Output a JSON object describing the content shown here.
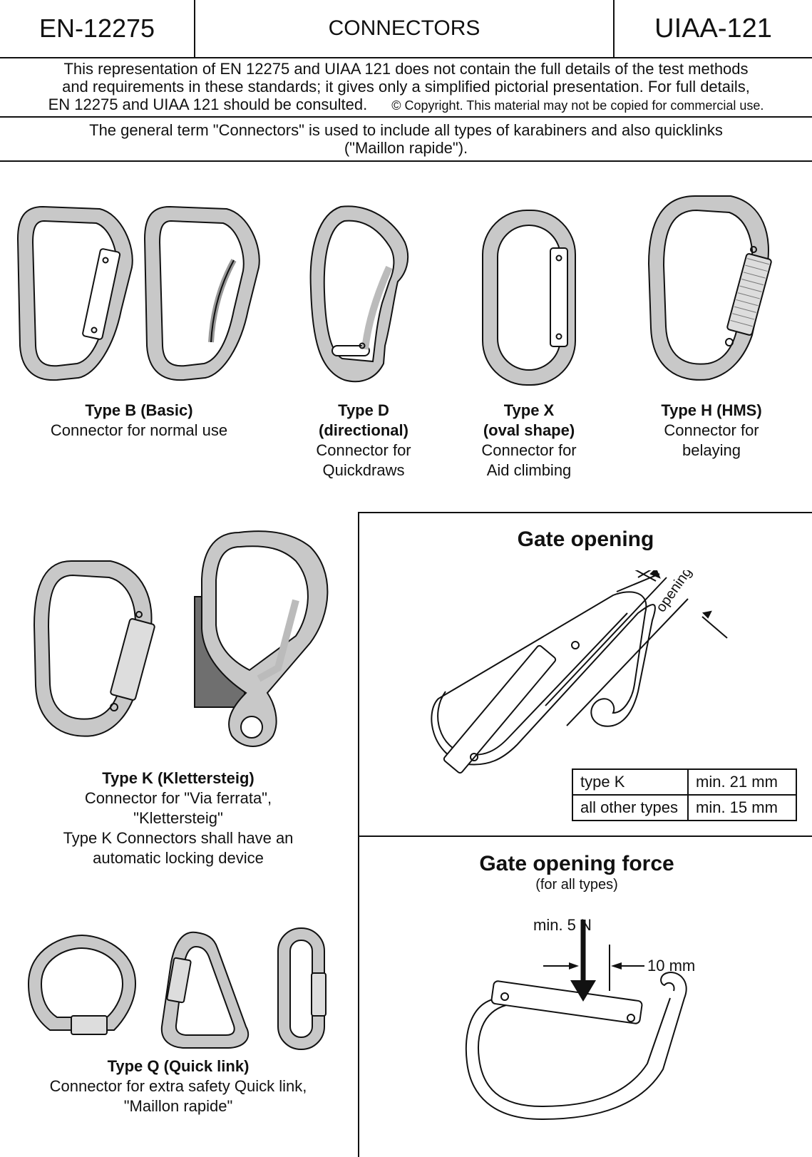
{
  "header": {
    "left": "EN-12275",
    "center": "CONNECTORS",
    "right": "UIAA-121"
  },
  "disclaimer": {
    "line1": "This representation of EN 12275 and UIAA 121 does not contain the full details of the test methods",
    "line2": "and requirements in these standards; it gives only a simplified pictorial presentation. For full details,",
    "line3": "EN 12275  and UIAA 121 should be consulted.",
    "copyright": "© Copyright. This material may not be copied for commercial use."
  },
  "general_term": {
    "line1": "The general term \"Connectors\" is used to include all types of karabiners and also quicklinks",
    "line2": "(\"Maillon rapide\")."
  },
  "types": {
    "b": {
      "title": "Type B (Basic)",
      "desc1": "Connector for normal use"
    },
    "d": {
      "title1": "Type D",
      "title2": "(directional)",
      "desc1": "Connector for",
      "desc2": "Quickdraws"
    },
    "x": {
      "title1": "Type X",
      "title2": "(oval shape)",
      "desc1": "Connector for",
      "desc2": "Aid climbing"
    },
    "h": {
      "title": "Type H (HMS)",
      "desc1": "Connector for",
      "desc2": "belaying"
    },
    "k": {
      "title": "Type K (Klettersteig)",
      "desc1": "Connector for \"Via ferrata\",",
      "desc2": "\"Klettersteig\"",
      "desc3": "Type K Connectors shall have an",
      "desc4": "automatic locking device"
    },
    "q": {
      "title": "Type Q (Quick link)",
      "desc1": "Connector for extra safety Quick link,",
      "desc2": "\"Maillon rapide\""
    }
  },
  "gate_opening": {
    "title": "Gate opening",
    "opening_label": "opening",
    "table": [
      {
        "type": "type K",
        "min": "min. 21 mm"
      },
      {
        "type": "all other types",
        "min": "min. 15 mm"
      }
    ]
  },
  "gate_force": {
    "title": "Gate opening force",
    "subtitle": "(for all types)",
    "force_label": "min. 5 N",
    "distance_label": "10 mm"
  },
  "colors": {
    "metal_fill": "#c8c8c8",
    "stroke": "#111111",
    "dark_panel": "#6f6f6f"
  }
}
